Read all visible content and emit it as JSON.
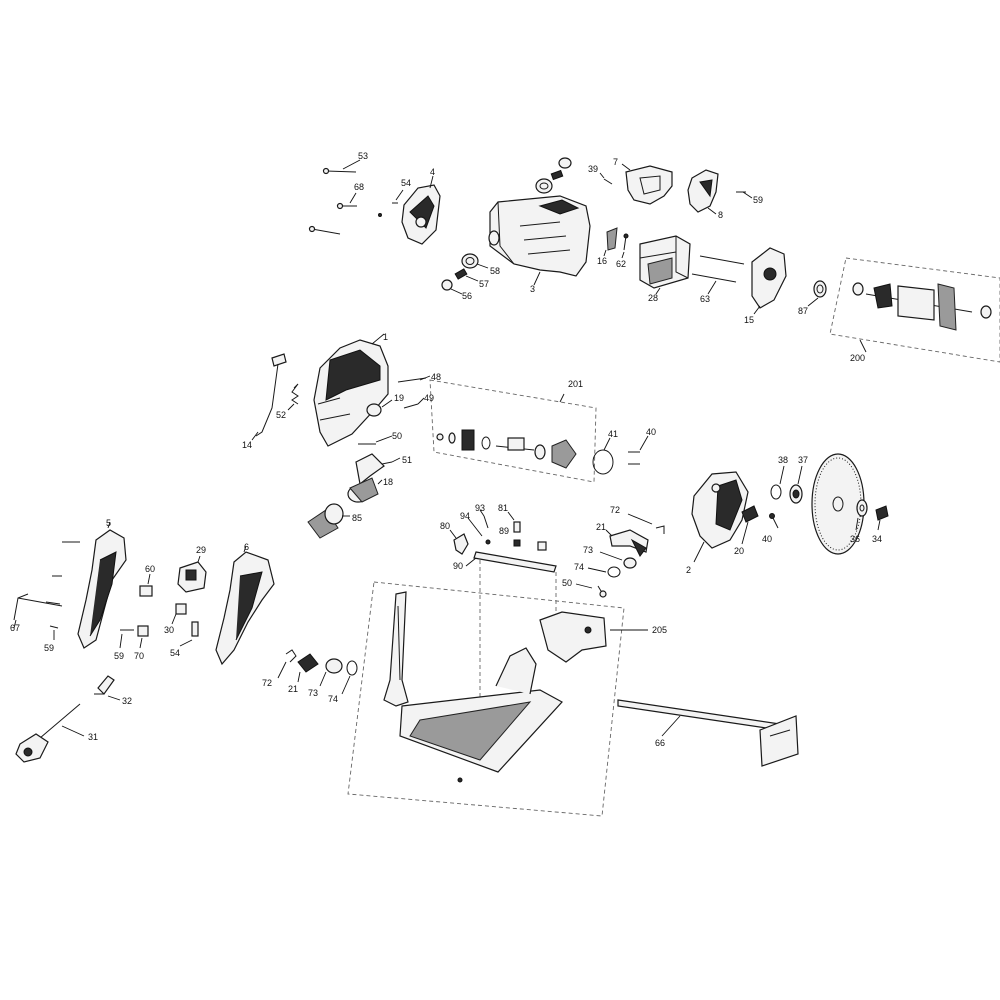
{
  "callouts": [
    {
      "id": "53",
      "text": "53"
    },
    {
      "id": "68",
      "text": "68"
    },
    {
      "id": "54a",
      "text": "54"
    },
    {
      "id": "4",
      "text": "4"
    },
    {
      "id": "39",
      "text": "39"
    },
    {
      "id": "7",
      "text": "7"
    },
    {
      "id": "8",
      "text": "8"
    },
    {
      "id": "59a",
      "text": "59"
    },
    {
      "id": "58",
      "text": "58"
    },
    {
      "id": "57",
      "text": "57"
    },
    {
      "id": "56",
      "text": "56"
    },
    {
      "id": "3",
      "text": "3"
    },
    {
      "id": "16",
      "text": "16"
    },
    {
      "id": "62",
      "text": "62"
    },
    {
      "id": "28",
      "text": "28"
    },
    {
      "id": "63",
      "text": "63"
    },
    {
      "id": "15",
      "text": "15"
    },
    {
      "id": "87",
      "text": "87"
    },
    {
      "id": "200",
      "text": "200"
    },
    {
      "id": "1",
      "text": "1"
    },
    {
      "id": "48",
      "text": "48"
    },
    {
      "id": "201",
      "text": "201"
    },
    {
      "id": "19",
      "text": "19"
    },
    {
      "id": "49",
      "text": "49"
    },
    {
      "id": "52",
      "text": "52"
    },
    {
      "id": "14",
      "text": "14"
    },
    {
      "id": "50a",
      "text": "50"
    },
    {
      "id": "41",
      "text": "41"
    },
    {
      "id": "40a",
      "text": "40"
    },
    {
      "id": "51",
      "text": "51"
    },
    {
      "id": "18",
      "text": "18"
    },
    {
      "id": "38",
      "text": "38"
    },
    {
      "id": "37",
      "text": "37"
    },
    {
      "id": "85",
      "text": "85"
    },
    {
      "id": "93",
      "text": "93"
    },
    {
      "id": "81",
      "text": "81"
    },
    {
      "id": "94",
      "text": "94"
    },
    {
      "id": "72a",
      "text": "72"
    },
    {
      "id": "80",
      "text": "80"
    },
    {
      "id": "89",
      "text": "89"
    },
    {
      "id": "21a",
      "text": "21"
    },
    {
      "id": "40b",
      "text": "40"
    },
    {
      "id": "36",
      "text": "36"
    },
    {
      "id": "34",
      "text": "34"
    },
    {
      "id": "20",
      "text": "20"
    },
    {
      "id": "2",
      "text": "2"
    },
    {
      "id": "90",
      "text": "90"
    },
    {
      "id": "73a",
      "text": "73"
    },
    {
      "id": "74a",
      "text": "74"
    },
    {
      "id": "50b",
      "text": "50"
    },
    {
      "id": "5",
      "text": "5"
    },
    {
      "id": "29",
      "text": "29"
    },
    {
      "id": "6",
      "text": "6"
    },
    {
      "id": "60",
      "text": "60"
    },
    {
      "id": "67",
      "text": "67"
    },
    {
      "id": "30",
      "text": "30"
    },
    {
      "id": "54b",
      "text": "54"
    },
    {
      "id": "59b",
      "text": "59"
    },
    {
      "id": "59c",
      "text": "59"
    },
    {
      "id": "70",
      "text": "70"
    },
    {
      "id": "205",
      "text": "205"
    },
    {
      "id": "72b",
      "text": "72"
    },
    {
      "id": "21b",
      "text": "21"
    },
    {
      "id": "73b",
      "text": "73"
    },
    {
      "id": "74b",
      "text": "74"
    },
    {
      "id": "32",
      "text": "32"
    },
    {
      "id": "66",
      "text": "66"
    },
    {
      "id": "31",
      "text": "31"
    }
  ],
  "colors": {
    "line": "#1a1a1a",
    "fill": "#f3f3f3",
    "dark": "#2a2a2a",
    "dash": "#666666"
  }
}
